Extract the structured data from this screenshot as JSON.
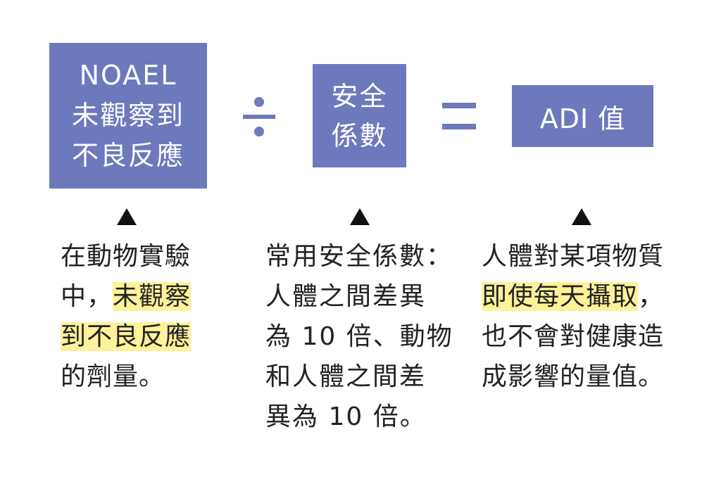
{
  "colors": {
    "box_fill": "#6d79bc",
    "operator": "#6d79bc",
    "highlight": "#fdf29a",
    "arrow": "#111111",
    "text": "#222222"
  },
  "formula": {
    "noael_box": {
      "line1": "NOAEL",
      "line2": "未觀察到",
      "line3": "不良反應"
    },
    "divide_operator": "÷",
    "safety_factor_box": {
      "line1": "安全",
      "line2": "係數"
    },
    "equals_operator": "=",
    "adi_box": {
      "text": "ADI 值"
    }
  },
  "descriptions": {
    "noael": {
      "line1": "在動物實驗",
      "line2_plain": "中，",
      "line2_highlight": "未觀察",
      "line3_highlight": "到不良反應",
      "line4": "的劑量。"
    },
    "safety_factor": {
      "line1": "常用安全係數：",
      "line2": "人體之間差異",
      "line3": "為 10 倍、動物",
      "line4": "和人體之間差",
      "line5": "異為 10 倍。"
    },
    "adi": {
      "line1": "人體對某項物質",
      "line2_highlight": "即使每天攝取",
      "line2_plain": "，",
      "line3": "也不會對健康造",
      "line4": "成影響的量值。"
    }
  }
}
